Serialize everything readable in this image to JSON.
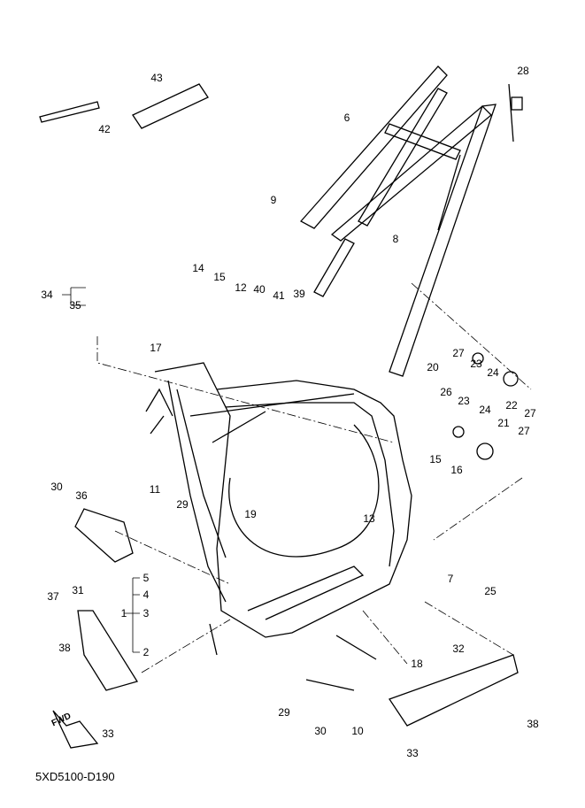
{
  "diagram_code": "5XD5100-D190",
  "fwd_label": "FWD",
  "callouts": [
    "43",
    "42",
    "28",
    "6",
    "9",
    "8",
    "14",
    "15",
    "12",
    "40",
    "41",
    "39",
    "34",
    "35",
    "17",
    "20",
    "27",
    "23",
    "24",
    "22",
    "27",
    "26",
    "23",
    "24",
    "21",
    "27",
    "15",
    "16",
    "11",
    "30",
    "36",
    "29",
    "19",
    "13",
    "5",
    "4",
    "3",
    "1",
    "2",
    "37",
    "31",
    "38",
    "7",
    "25",
    "18",
    "32",
    "29",
    "30",
    "10",
    "38",
    "33",
    "33"
  ],
  "colors": {
    "line": "#000000",
    "background": "#ffffff"
  }
}
